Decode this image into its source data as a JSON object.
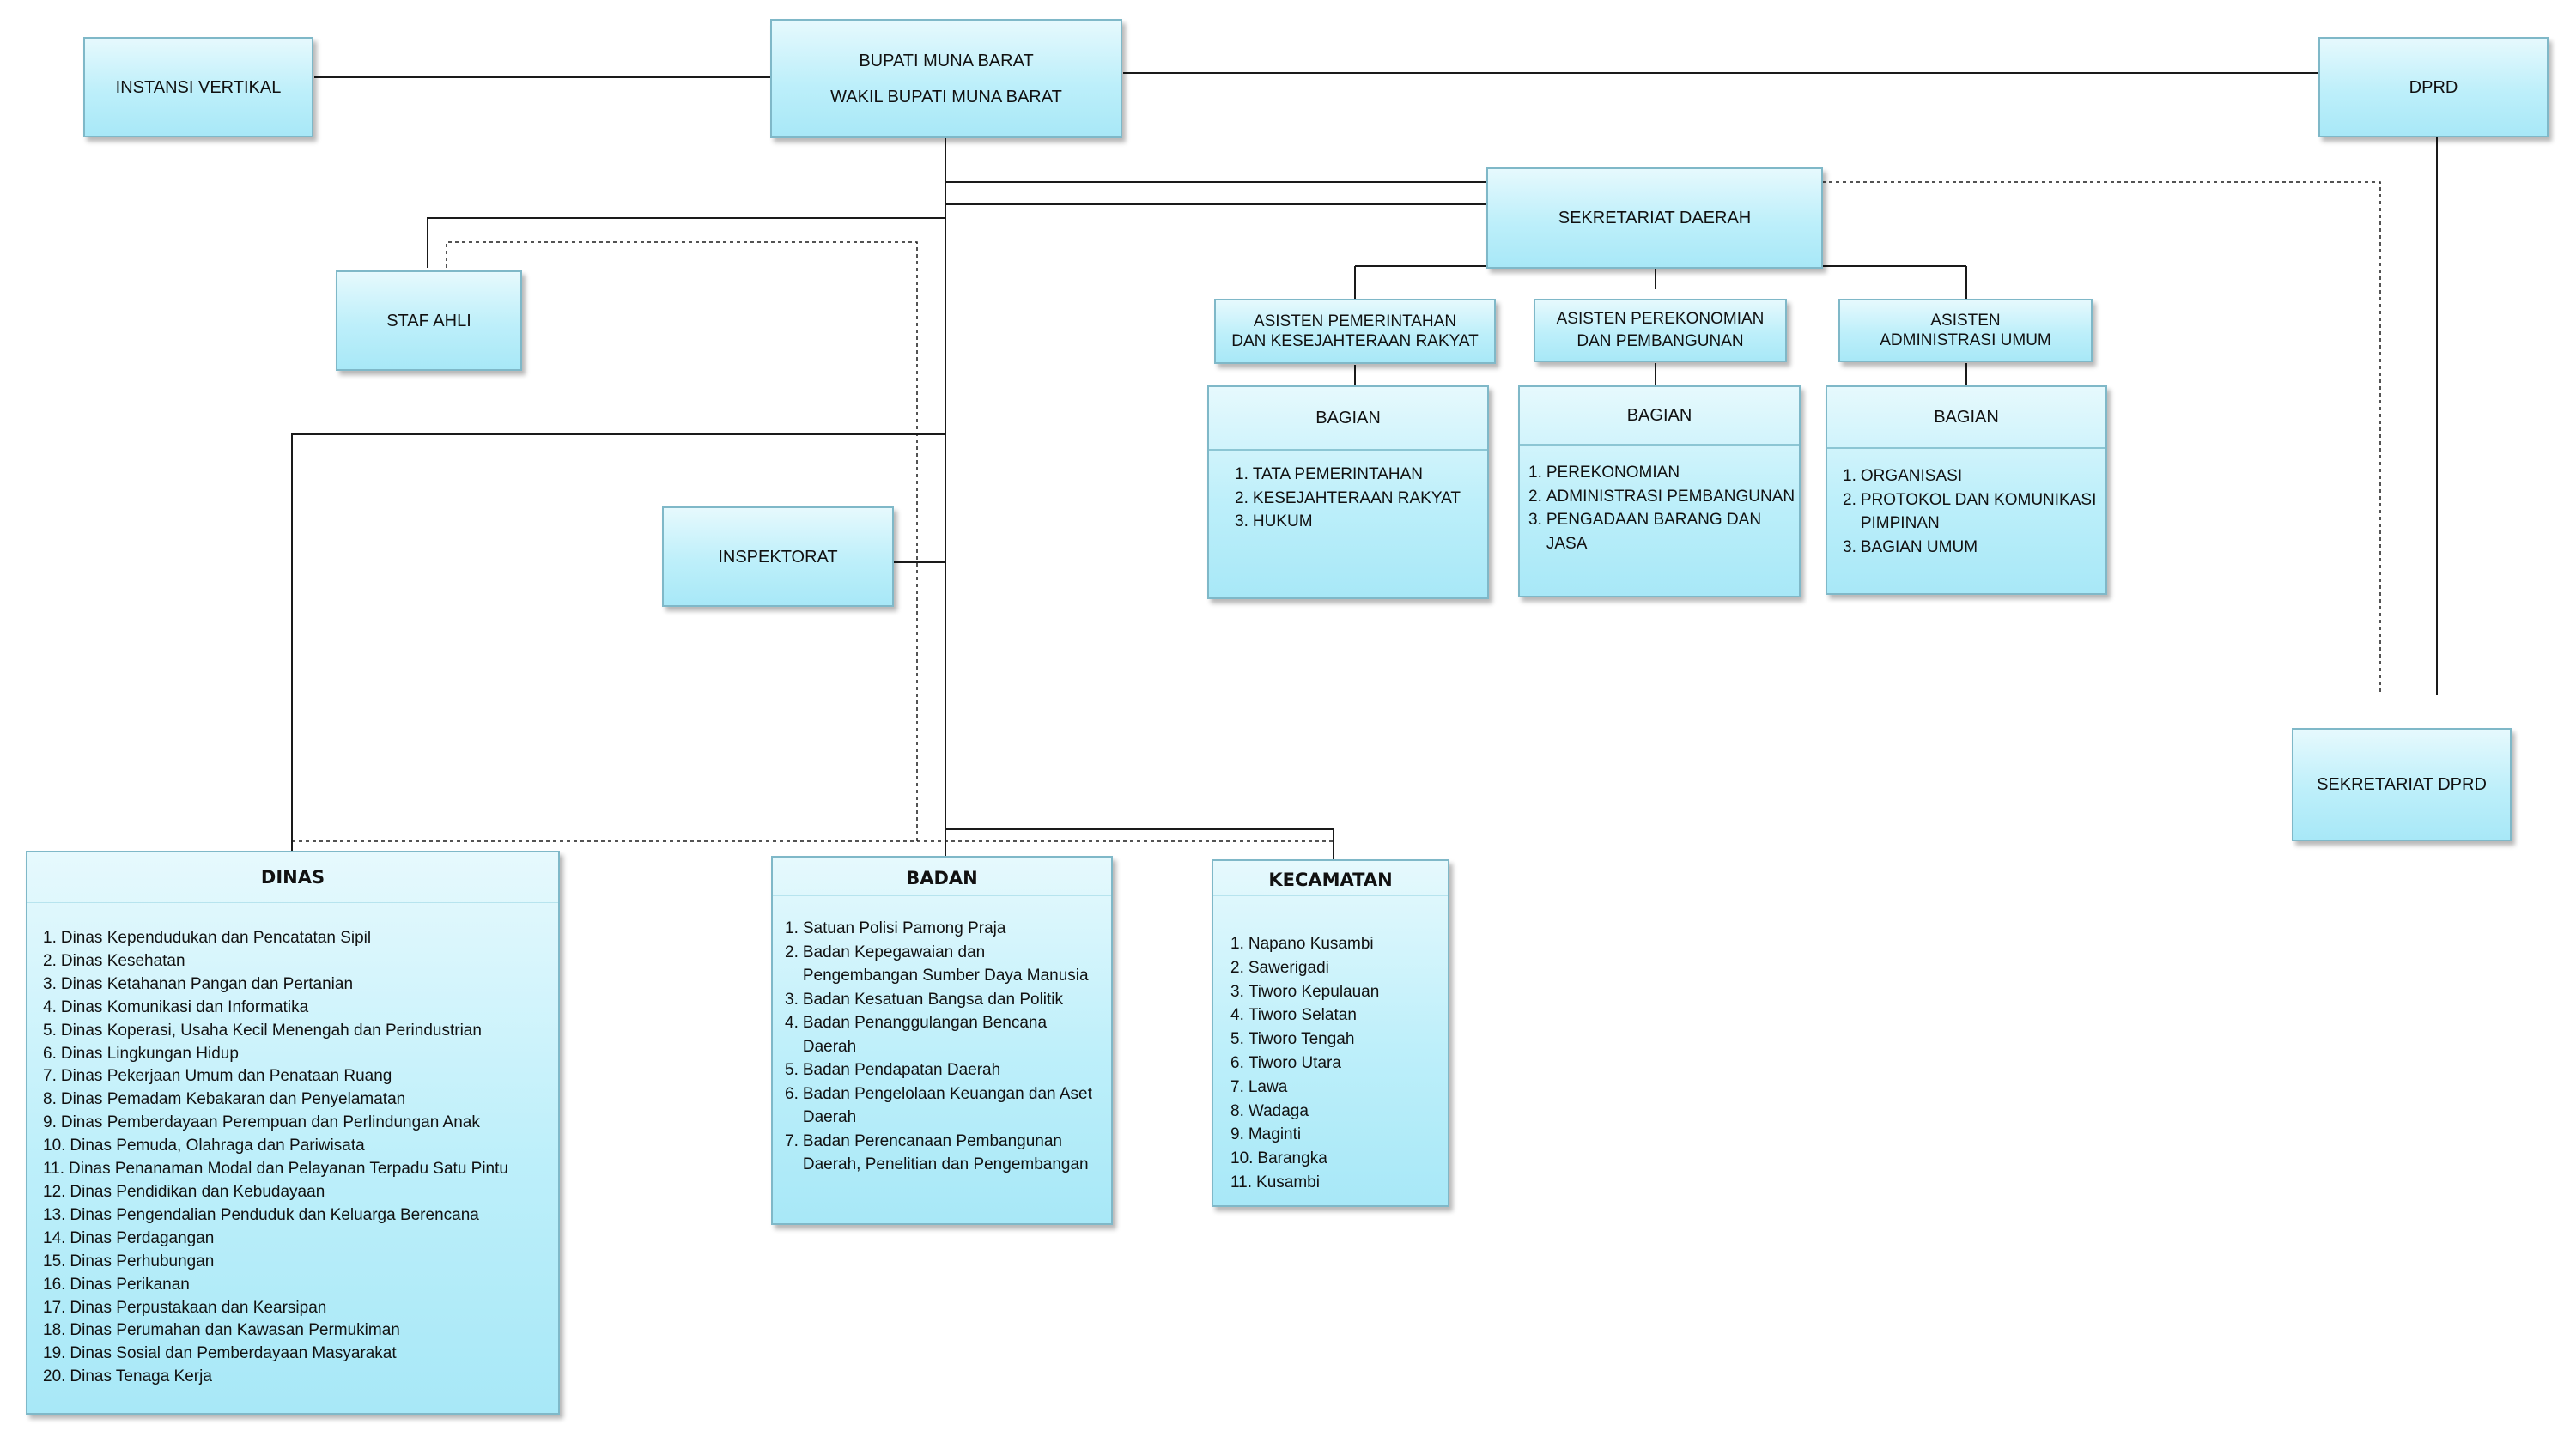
{
  "top": {
    "instansi": "INSTANSI VERTIKAL",
    "bupati": "BUPATI MUNA BARAT",
    "wakil": "WAKIL BUPATI MUNA BARAT",
    "dprd": "DPRD"
  },
  "sekda": "SEKRETARIAT DAERAH",
  "staf_ahli": "STAF AHLI",
  "inspektorat": "INSPEKTORAT",
  "sekretariat_dprd": "SEKRETARIAT DPRD",
  "asisten": [
    {
      "title": "ASISTEN PEMERINTAHAN\nDAN KESEJAHTERAAN RAKYAT",
      "bagian_label": "BAGIAN",
      "items": [
        {
          "n": "1.",
          "t": "TATA PEMERINTAHAN"
        },
        {
          "n": "2.",
          "t": "KESEJAHTERAAN RAKYAT"
        },
        {
          "n": "3.",
          "t": "HUKUM"
        }
      ]
    },
    {
      "title": "ASISTEN PEREKONOMIAN\nDAN PEMBANGUNAN",
      "bagian_label": "BAGIAN",
      "items": [
        {
          "n": "1.",
          "t": "PEREKONOMIAN"
        },
        {
          "n": "2.",
          "t": "ADMINISTRASI PEMBANGUNAN"
        },
        {
          "n": "3.",
          "t": "PENGADAAN BARANG DAN JASA"
        }
      ]
    },
    {
      "title": "ASISTEN\nADMINISTRASI UMUM",
      "bagian_label": "BAGIAN",
      "items": [
        {
          "n": "1.",
          "t": "ORGANISASI"
        },
        {
          "n": "2.",
          "t": "PROTOKOL DAN KOMUNIKASI PIMPINAN"
        },
        {
          "n": "3.",
          "t": "BAGIAN UMUM"
        }
      ]
    }
  ],
  "dinas": {
    "title": "DINAS",
    "items": [
      {
        "n": "1.",
        "t": "Dinas Kependudukan dan Pencatatan Sipil"
      },
      {
        "n": "2.",
        "t": "Dinas Kesehatan"
      },
      {
        "n": "3.",
        "t": "Dinas Ketahanan Pangan dan Pertanian"
      },
      {
        "n": "4.",
        "t": "Dinas Komunikasi dan Informatika"
      },
      {
        "n": "5.",
        "t": "Dinas Koperasi, Usaha Kecil Menengah dan Perindustrian"
      },
      {
        "n": "6.",
        "t": "Dinas Lingkungan Hidup"
      },
      {
        "n": "7.",
        "t": "Dinas Pekerjaan Umum dan Penataan Ruang"
      },
      {
        "n": "8.",
        "t": "Dinas Pemadam Kebakaran dan Penyelamatan"
      },
      {
        "n": "9.",
        "t": "Dinas Pemberdayaan Perempuan dan Perlindungan Anak"
      },
      {
        "n": "10.",
        "t": "Dinas Pemuda, Olahraga dan Pariwisata"
      },
      {
        "n": "11.",
        "t": "Dinas Penanaman Modal dan Pelayanan Terpadu Satu Pintu"
      },
      {
        "n": "12.",
        "t": "Dinas Pendidikan dan Kebudayaan"
      },
      {
        "n": "13.",
        "t": "Dinas Pengendalian Penduduk dan Keluarga Berencana"
      },
      {
        "n": "14.",
        "t": "Dinas Perdagangan"
      },
      {
        "n": "15.",
        "t": "Dinas Perhubungan"
      },
      {
        "n": "16.",
        "t": "Dinas Perikanan"
      },
      {
        "n": "17.",
        "t": "Dinas Perpustakaan dan Kearsipan"
      },
      {
        "n": "18.",
        "t": "Dinas Perumahan dan Kawasan Permukiman"
      },
      {
        "n": "19.",
        "t": "Dinas Sosial dan Pemberdayaan Masyarakat"
      },
      {
        "n": "20.",
        "t": "Dinas Tenaga Kerja"
      }
    ]
  },
  "badan": {
    "title": "BADAN",
    "items": [
      {
        "n": "1.",
        "t": "Satuan Polisi Pamong Praja"
      },
      {
        "n": "2.",
        "t": "Badan Kepegawaian dan Pengembangan Sumber Daya Manusia"
      },
      {
        "n": "3.",
        "t": "Badan Kesatuan Bangsa dan Politik"
      },
      {
        "n": "4.",
        "t": "Badan Penanggulangan Bencana Daerah"
      },
      {
        "n": "5.",
        "t": "Badan Pendapatan Daerah"
      },
      {
        "n": "6.",
        "t": "Badan Pengelolaan Keuangan dan Aset Daerah"
      },
      {
        "n": "7.",
        "t": "Badan Perencanaan Pembangunan Daerah, Penelitian dan Pengembangan"
      }
    ]
  },
  "kecamatan": {
    "title": "KECAMATAN",
    "items": [
      {
        "n": "1.",
        "t": "Napano Kusambi"
      },
      {
        "n": "2.",
        "t": "Sawerigadi"
      },
      {
        "n": "3.",
        "t": "Tiworo Kepulauan"
      },
      {
        "n": "4.",
        "t": "Tiworo Selatan"
      },
      {
        "n": "5.",
        "t": "Tiworo Tengah"
      },
      {
        "n": "6.",
        "t": "Tiworo Utara"
      },
      {
        "n": "7.",
        "t": "Lawa"
      },
      {
        "n": "8.",
        "t": "Wadaga"
      },
      {
        "n": "9.",
        "t": "Maginti"
      },
      {
        "n": "10.",
        "t": "Barangka"
      },
      {
        "n": "11.",
        "t": "Kusambi"
      }
    ]
  },
  "colors": {
    "box_top": "#e6f9fd",
    "box_bottom": "#a8e8f7",
    "border": "#7fb8c8",
    "line": "#1a1a1a"
  }
}
